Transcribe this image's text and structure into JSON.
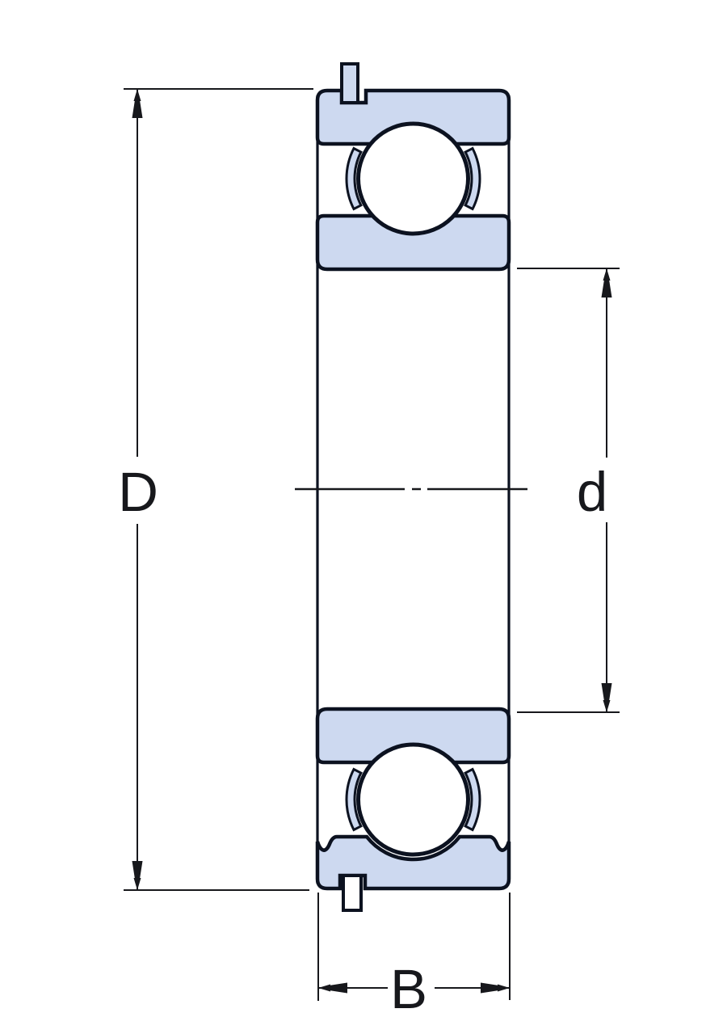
{
  "diagram": {
    "name": "deep-groove-ball-bearing-with-snap-ring-cross-section",
    "type": "technical-dimension-drawing",
    "dimension_labels": {
      "outer_diameter": "D",
      "bore_diameter": "d",
      "width": "B"
    },
    "colors": {
      "ring_fill": "#cdd9f0",
      "outline": "#0c1220",
      "dimension_line": "#17181c",
      "background": "#ffffff"
    }
  }
}
